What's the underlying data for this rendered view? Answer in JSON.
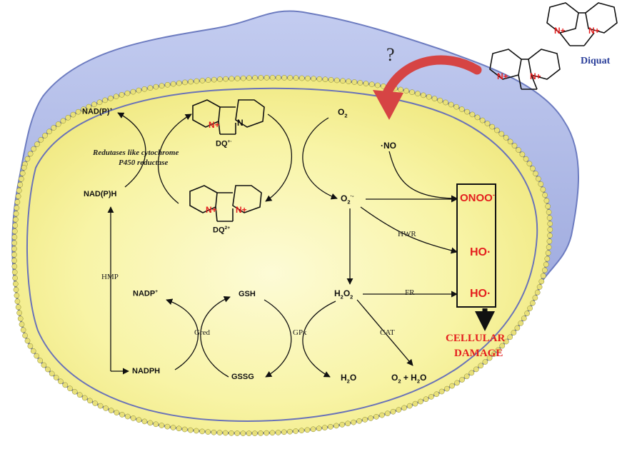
{
  "labels": {
    "question_mark": "?",
    "diquat_title": "Diquat",
    "nadp_plus_top": "NAD(P)",
    "nadp_plus_top_sup": "+",
    "reductases_line1": "Redutases like cytochrome",
    "reductases_line2": "P450 reductase",
    "nadph_mid": "NAD(P)H",
    "dq_radical": "DQ",
    "dq_radical_sup": "+·",
    "dq_dication": "DQ",
    "dq_dication_sup": "2+",
    "o2": "O",
    "o2_sub": "2",
    "no": "·NO",
    "superoxide": "O",
    "superoxide_sub": "2",
    "superoxide_sup": "·-",
    "hwr": "HWR",
    "hmp": "HMP",
    "nadp_plus_low": "NADP",
    "nadp_plus_low_sup": "+",
    "gsh": "GSH",
    "h2o2": "H",
    "h2o2_sub1": "2",
    "h2o2_mid": "O",
    "h2o2_sub2": "2",
    "fr": "FR",
    "gred": "Gred",
    "gpx": "GPx",
    "cat": "CAT",
    "nadph_low": "NADPH",
    "gssg": "GSSG",
    "h2o": "H",
    "h2o_sub": "2",
    "h2o_o": "O",
    "o2_h2o": "O",
    "o2_h2o_sub": "2",
    "o2_h2o_plus": " + H",
    "o2_h2o_sub2": "2",
    "o2_h2o_o": "O",
    "peroxynitrite": "ONOO",
    "peroxynitrite_sup": "-",
    "hydroxyl_1": "HO·",
    "hydroxyl_2": "HO·",
    "damage_line1": "CELLULAR",
    "damage_line2": "DAMAGE",
    "atom_n": "N",
    "atom_n_plus": "N+",
    "charge_plus": "+"
  },
  "colors": {
    "cytoplasm": "#f7f39a",
    "cytoplasm_center": "#fdfbd6",
    "outer_blob": "#a9b4e3",
    "outer_blob_stroke": "#6d7cc0",
    "membrane_bead": "#e8e07a",
    "membrane_line": "#6a73b8",
    "big_arrow": "#d64444",
    "damage_red": "#e41e1e",
    "diquat_blue": "#2b3f9a",
    "nitrogen_red": "#e41e1e"
  }
}
